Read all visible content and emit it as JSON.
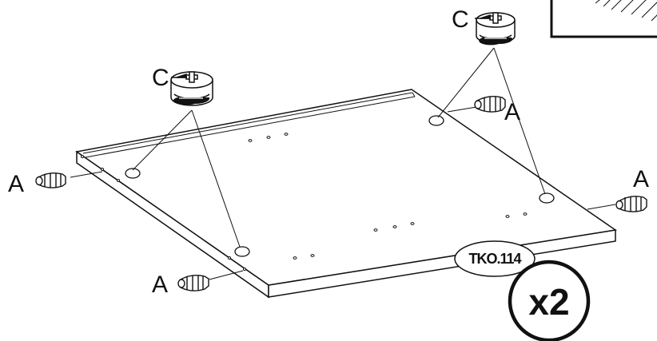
{
  "labels": {
    "dowel": "A",
    "cam": "C",
    "part_code": "TKO.114",
    "quantity": "x2"
  },
  "colors": {
    "line": "#111111",
    "fill": "#ffffff",
    "edge_shade": "#e6e6e6"
  }
}
